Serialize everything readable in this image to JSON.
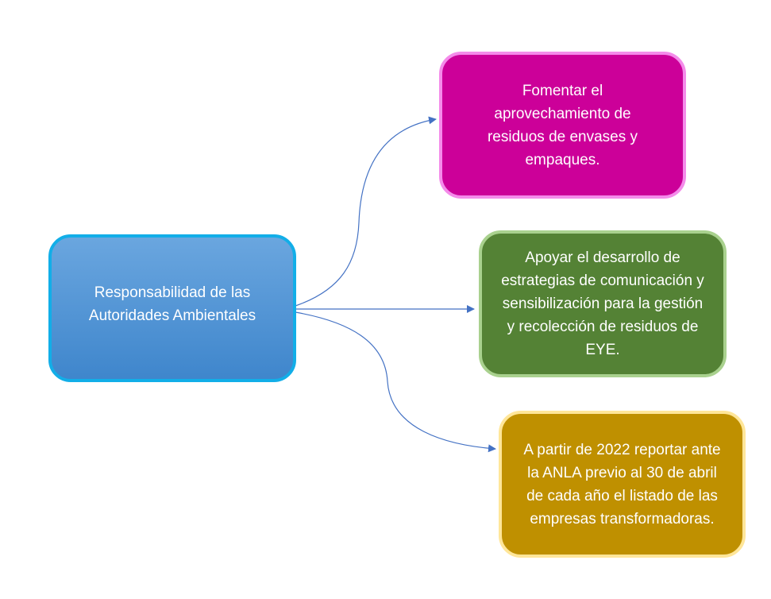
{
  "diagram": {
    "type": "mind-map",
    "center": {
      "label": "Responsabilidad de las Autoridades Ambientales",
      "fill": "#5b9bd5",
      "border": "#12aee8"
    },
    "branches": [
      {
        "label": "Fomentar el aprovechamiento de residuos de envases y empaques.",
        "fill": "#cc0099",
        "border": "#f48bea"
      },
      {
        "label": "Apoyar el desarrollo de estrategias de comunicación y sensibilización para la gestión y recolección de residuos de EYE.",
        "fill": "#548235",
        "border": "#a9d18e"
      },
      {
        "label": "A partir de 2022 reportar ante la ANLA previo al 30 de abril de cada año el listado de las empresas transformadoras.",
        "fill": "#bf9000",
        "border": "#ffe699"
      }
    ],
    "connector_color": "#4472c4"
  }
}
